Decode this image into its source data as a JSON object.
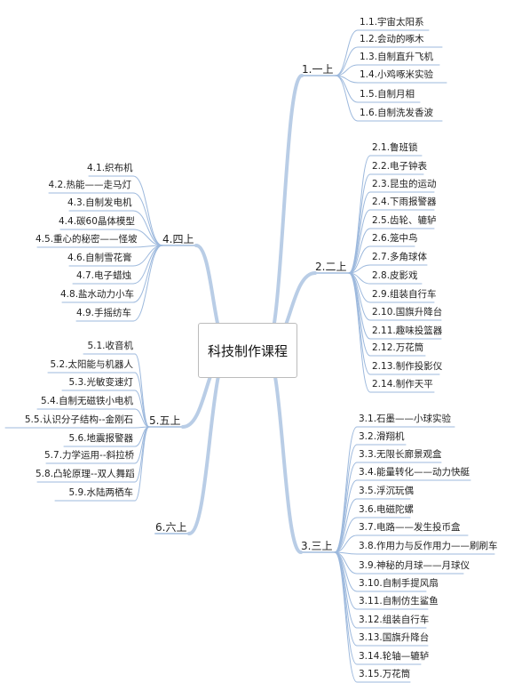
{
  "center_label": "科技制作课程",
  "colors": {
    "branch_line": "#b9cde6",
    "leaf_line": "#9db9dd",
    "text": "#222222"
  },
  "branches": [
    {
      "label": "1.一上",
      "side": "right",
      "items": [
        "1.1.宇宙太阳系",
        "1.2.会动的啄木",
        "1.3.自制直升飞机",
        "1.4.小鸡啄米实验",
        "1.5.自制月相",
        "1.6.自制洗发香波"
      ]
    },
    {
      "label": "2.二上",
      "side": "right",
      "items": [
        "2.1.鲁班锁",
        "2.2.电子钟表",
        "2.3.昆虫的运动",
        "2.4.下雨报警器",
        "2.5.齿轮、辘轳",
        "2.6.笼中鸟",
        "2.7.多角球体",
        "2.8.皮影戏",
        "2.9.组装自行车",
        "2.10.国旗升降台",
        "2.11.趣味投篮器",
        "2.12.万花筒",
        "2.13.制作投影仪",
        "2.14.制作天平"
      ]
    },
    {
      "label": "3.三上",
      "side": "right",
      "items": [
        "3.1.石墨——小球实验",
        "3.2.滑翔机",
        "3.3.无限长廊景观盒",
        "3.4.能量转化——动力快艇",
        "3.5.浮沉玩偶",
        "3.6.电磁陀螺",
        "3.7.电路——发生投币盒",
        "3.8.作用力与反作用力——刷刷车",
        "3.9.神秘的月球——月球仪",
        "3.10.自制手提风扇",
        "3.11.自制仿生鲨鱼",
        "3.12.组装自行车",
        "3.13.国旗升降台",
        "3.14.轮轴—辘轳",
        "3.15.万花筒"
      ]
    },
    {
      "label": "4.四上",
      "side": "left",
      "items": [
        "4.1.织布机",
        "4.2.热能——走马灯",
        "4.3.自制发电机",
        "4.4.碳60晶体模型",
        "4.5.重心的秘密——怪坡",
        "4.6.自制雪花膏",
        "4.7.电子蜡烛",
        "4.8.盐水动力小车",
        "4.9.手摇纺车"
      ]
    },
    {
      "label": "5.五上",
      "side": "left",
      "items": [
        "5.1.收音机",
        "5.2.太阳能与机器人",
        "5.3.光敏变速灯",
        "5.4.自制无磁铁小电机",
        "5.5.认识分子结构--金刚石",
        "5.6.地震报警器",
        "5.7.力学运用--斜拉桥",
        "5.8.凸轮原理--双人舞蹈",
        "5.9.水陆两栖车"
      ]
    },
    {
      "label": "6.六上",
      "side": "left",
      "items": []
    }
  ]
}
